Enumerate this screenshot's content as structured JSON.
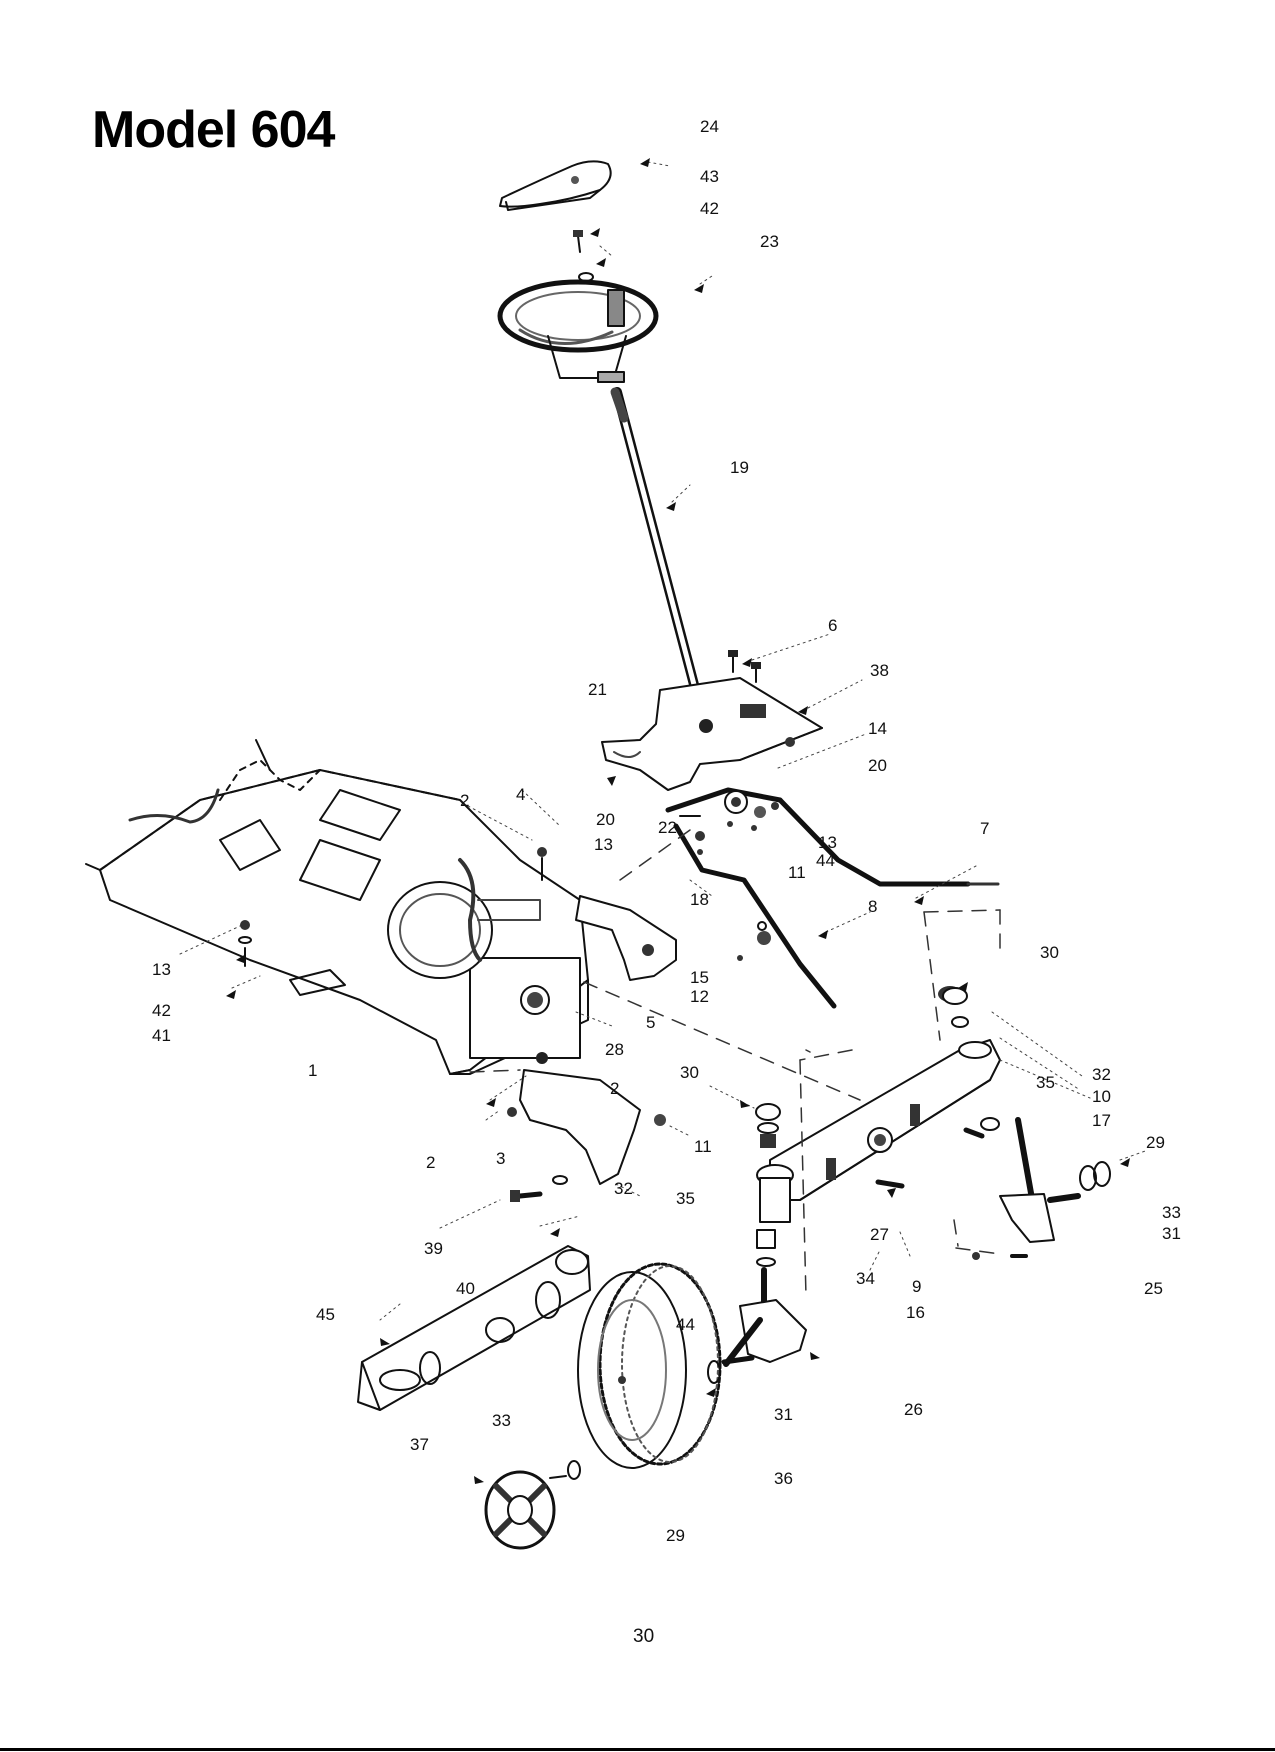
{
  "title": "Model 604",
  "page_number": "30",
  "callouts": [
    "24",
    "43",
    "42",
    "23",
    "19",
    "6",
    "38",
    "21",
    "14",
    "20",
    "7",
    "2",
    "4",
    "20",
    "13",
    "22",
    "13",
    "44",
    "11",
    "8",
    "18",
    "13",
    "42",
    "41",
    "15",
    "12",
    "5",
    "28",
    "30",
    "1",
    "2",
    "30",
    "35",
    "32",
    "10",
    "17",
    "29",
    "11",
    "2",
    "3",
    "32",
    "35",
    "33",
    "31",
    "27",
    "39",
    "34",
    "9",
    "25",
    "40",
    "16",
    "45",
    "44",
    "31",
    "26",
    "33",
    "37",
    "36",
    "29"
  ]
}
